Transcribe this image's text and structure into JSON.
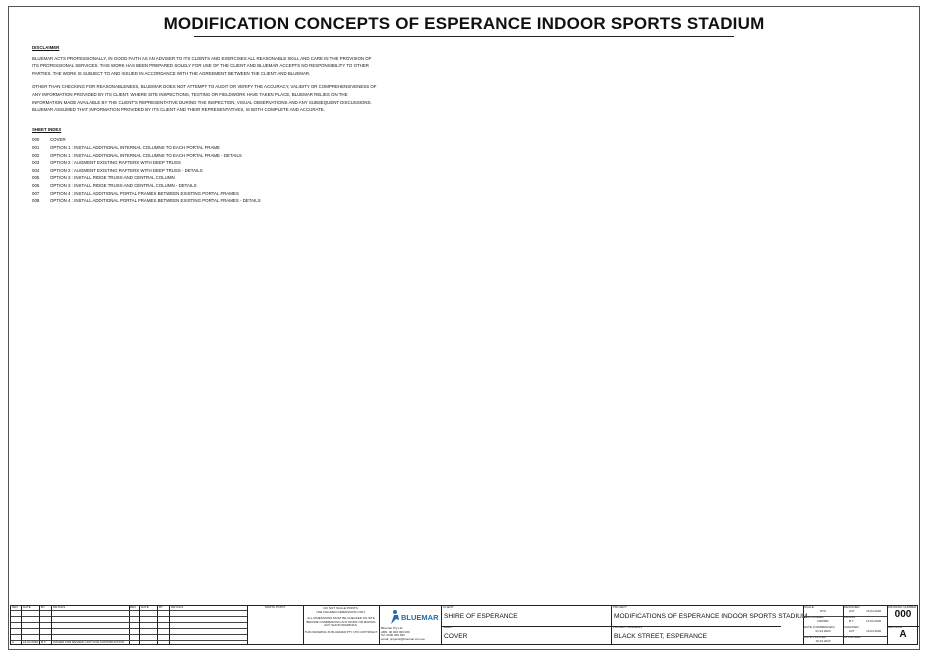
{
  "title": "MODIFICATION CONCEPTS OF ESPERANCE INDOOR SPORTS STADIUM",
  "disclaimer": {
    "heading": "DISCLAIMER",
    "paragraph1": "BLUEMAR ACTS PROFESSIONALLY, IN GOOD FAITH AS AN ADVISER TO ITS CLIENTS AND EXERCISES ALL REASONABLE SKILL AND CARE IN THE PROVISION OF ITS PROFESSIONAL SERVICES. THIS WORK HAS BEEN PREPARED SOLELY FOR USE OF THE CLIENT AND BLUEMAR ACCEPTS NO RESPONSIBILITY TO OTHER PARTIES. THE WORK IS SUBJECT TO AND ISSUED IN ACCORDANCE WITH THE AGREEMENT BETWEEN THE CLIENT AND BLUEMAR.",
    "paragraph2": "OTHER THAN CHECKING FOR REASONABLENESS, BLUEMAR DOES NOT ATTEMPT TO AUDIT OR VERIFY THE ACCURACY, VALIDITY OR COMPREHENSIVENESS OF ANY INFORMATION PROVIDED BY ITS CLIENT. WHERE SITE INSPECTIONS, TESTING OR FIELDWORK HAVE TAKEN PLACE, BLUEMAR RELIES ON THE INFORMATION MADE AVAILABLE BY THE CLIENT'S REPRESENTATIVE DURING THE INSPECTION, VISUAL OBSERVATIONS AND ANY SUBSEQUENT DISCUSSIONS. BLUEMAR ASSUMED THAT INFORMATION PROVIDED BY ITS CLIENT AND THEIR REPRESENTATIVES, IS BOTH COMPLETE AND ACCURATE."
  },
  "sheet_index": {
    "heading": "SHEET INDEX",
    "items": [
      {
        "num": "000",
        "desc": "COVER"
      },
      {
        "num": "001",
        "desc": "OPTION 1 : INSTALL ADDITIONAL INTERNAL COLUMNS TO EACH PORTAL FRAME"
      },
      {
        "num": "002",
        "desc": "OPTION 1 : INSTALL ADDITIONAL INTERNAL COLUMNS TO EACH PORTAL FRAME - DETAILS"
      },
      {
        "num": "003",
        "desc": "OPTION 2 : AUGMENT EXISTING RAFTERS WITH DEEP TRUSS"
      },
      {
        "num": "004",
        "desc": "OPTION 2 : AUGMENT EXISTING RAFTERS WITH DEEP TRUSS - DETAILS"
      },
      {
        "num": "005",
        "desc": "OPTION 3 : INSTALL RIDGE TRUSS AND CENTRAL COLUMN"
      },
      {
        "num": "006",
        "desc": "OPTION 3 : INSTALL RIDGE TRUSS AND CENTRAL COLUMN - DETAILS"
      },
      {
        "num": "007",
        "desc": "OPTION 4 : INSTALL ADDITIONAL PORTAL FRAMES BETWEEN EXISTING PORTAL FRAMES"
      },
      {
        "num": "008",
        "desc": "OPTION 4 : INSTALL ADDITIONAL PORTAL FRAMES BETWEEN EXISTING PORTAL FRAMES - DETAILS"
      }
    ]
  },
  "title_block": {
    "rev_headers": [
      "REV",
      "DATE",
      "BY",
      "DETAILS"
    ],
    "rev_row": {
      "rev": "A",
      "date": "16.04.2020",
      "by": "B.T.",
      "details": "ISSUED FOR REVIEW. NOT FOR CONSTRUCTION"
    },
    "north_point": "NORTH POINT",
    "notes": [
      "DO NOT SCALE PRINTS.",
      "USE FIGURED DIMENSIONS ONLY.",
      "ALL DIMENSIONS MUST BE CHECKED ON SITE BEFORE COMMENCING ANY WORK OR MAKING ANY SHOP DRAWINGS.",
      "THIS DRAWING IS BLUEMAR PTY LTD COPYRIGHT"
    ],
    "company": {
      "logo": "BLUEMAR",
      "lines": [
        "Bluemar Pty Ltd",
        "ABN: 00 000 000 000",
        "Tel: 0000 000 000",
        "email: projects@bluemar.com.au"
      ]
    },
    "client_label": "CLIENT",
    "client": "SHIRE OF ESPERANCE",
    "sheet_label": "SHEET",
    "sheet": "COVER",
    "project_label": "PROJECT",
    "project": "MODIFICATIONS OF ESPERANCE INDOOR SPORTS STADIUM",
    "address_label": "PROJECT ADDRESS",
    "address": "BLACK STREET, ESPERANCE",
    "meta": [
      {
        "label": "SCALE",
        "value": "NTS"
      },
      {
        "label": "JOB NUMBER",
        "value": "2020051"
      },
      {
        "label": "DATE (COMMENCED)",
        "value": "01.04.2020"
      },
      {
        "label": "DATE PRINTED",
        "value": "16.04.2020"
      }
    ],
    "signoff": [
      {
        "label": "DESIGNED",
        "value": "LDT",
        "date": "16.04.2020"
      },
      {
        "label": "DRAWN",
        "value": "B.T.",
        "date": "16.04.2020"
      },
      {
        "label": "CHECKED",
        "value": "LDT",
        "date": "16.04.2020"
      },
      {
        "label": "APPROVED",
        "value": "",
        "date": ""
      }
    ],
    "drawing_number_label": "DRAWING NUMBER",
    "drawing_number": "000",
    "revision_label": "REVISION",
    "revision": "A"
  }
}
